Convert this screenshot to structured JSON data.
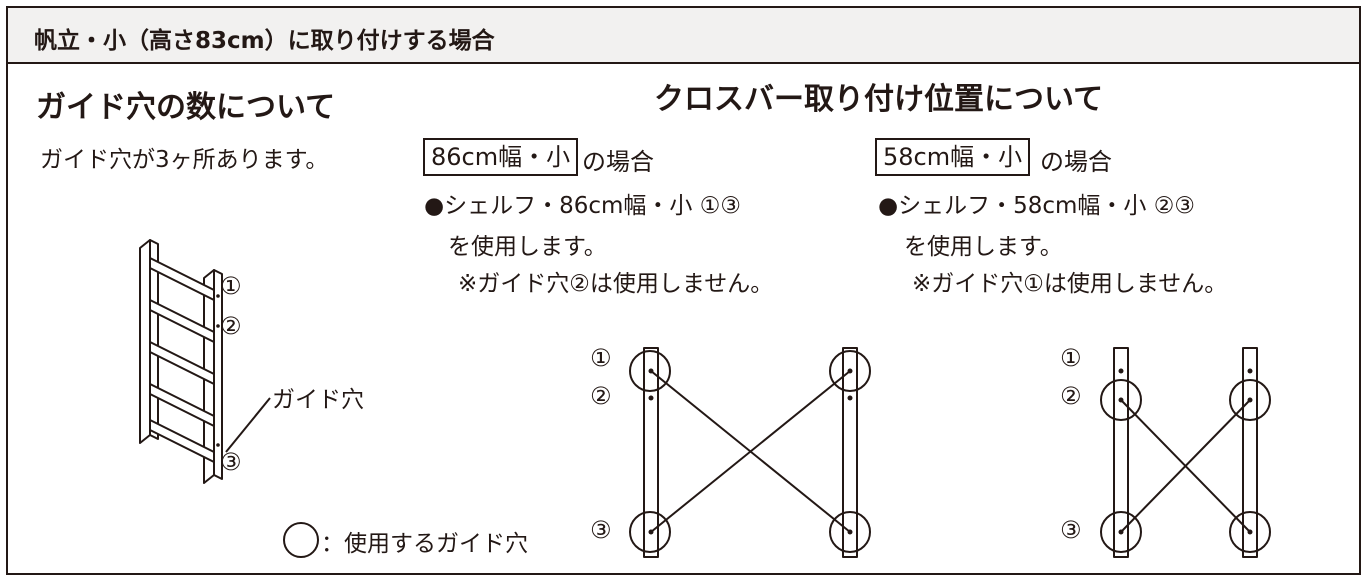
{
  "header": {
    "title": "帆立・小（高さ83cm）に取り付けする場合"
  },
  "left": {
    "heading": "ガイド穴の数について",
    "description": "ガイド穴が3ヶ所あります。",
    "callout_label": "ガイド穴",
    "hole_markers": [
      "①",
      "②",
      "③"
    ],
    "legend_text": "：使用するガイド穴"
  },
  "right": {
    "heading": "クロスバー取り付け位置について",
    "cases": [
      {
        "size_label": "86cm幅・小",
        "suffix": "の場合",
        "line1": "●シェルフ・86cm幅・小 ①③",
        "line2": "を使用します。",
        "note": "※ガイド穴②は使用しません。",
        "markers": [
          "①",
          "②",
          "③"
        ]
      },
      {
        "size_label": "58cm幅・小",
        "suffix": "の場合",
        "line1": "●シェルフ・58cm幅・小 ②③",
        "line2": "を使用します。",
        "note": "※ガイド穴①は使用しません。",
        "markers": [
          "①",
          "②",
          "③"
        ]
      }
    ]
  },
  "colors": {
    "ink": "#231815",
    "header_bg": "#f2f1f0"
  }
}
